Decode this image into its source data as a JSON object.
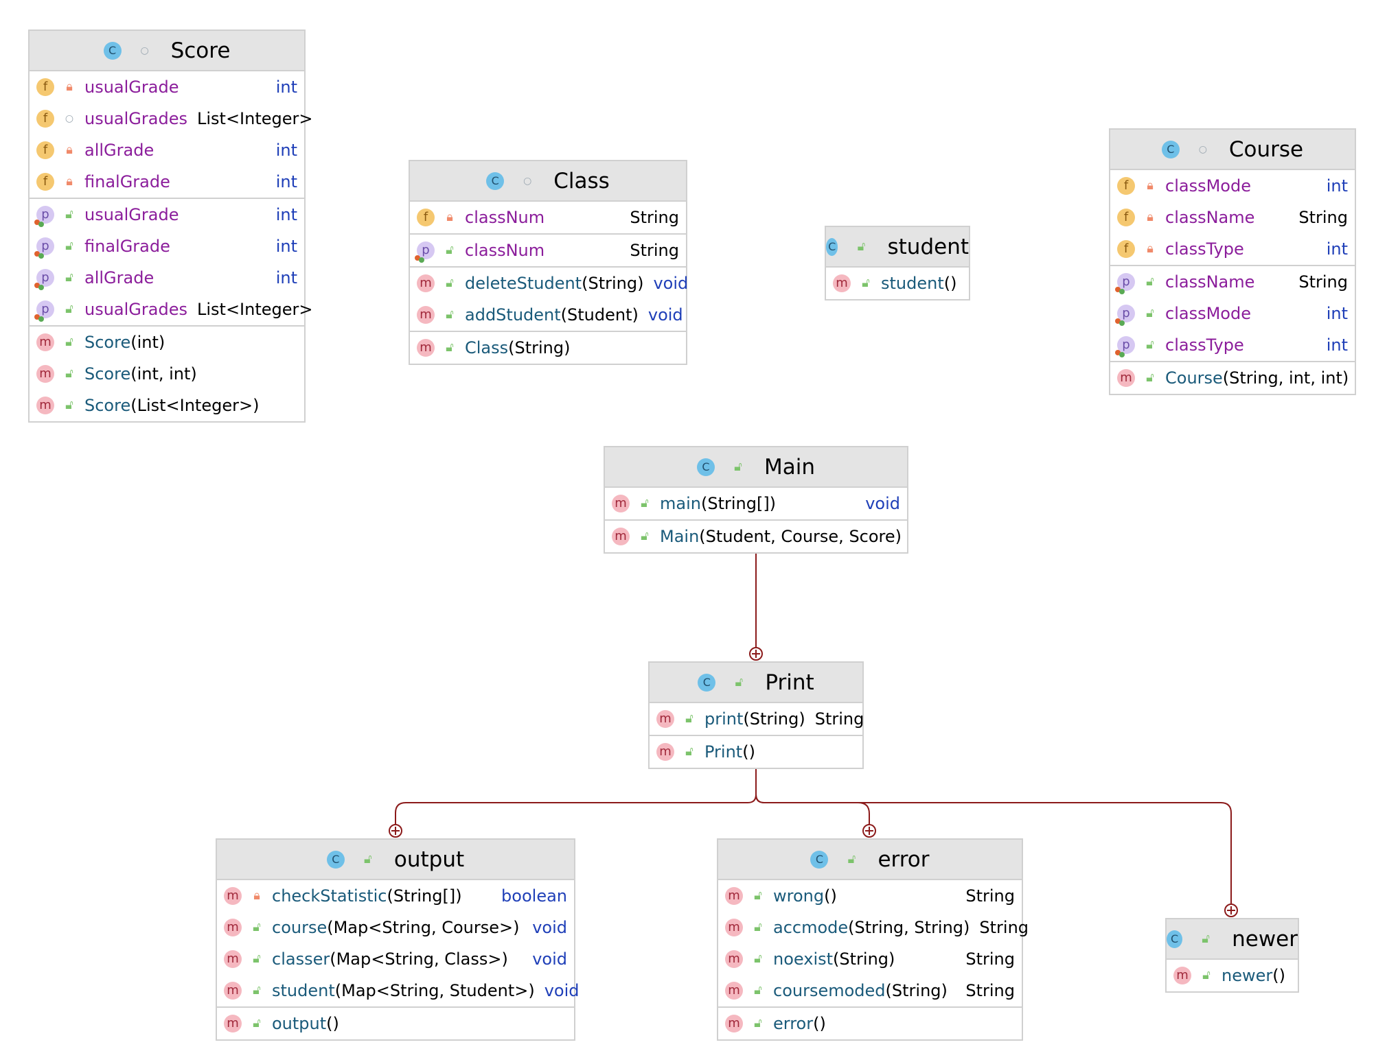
{
  "classes": {
    "score": {
      "name": "Score",
      "fields": [
        {
          "name": "usualGrade",
          "type": "int"
        },
        {
          "name": "usualGrades",
          "type": "List<Integer>"
        },
        {
          "name": "allGrade",
          "type": "int"
        },
        {
          "name": "finalGrade",
          "type": "int"
        }
      ],
      "properties": [
        {
          "name": "usualGrade",
          "type": "int"
        },
        {
          "name": "finalGrade",
          "type": "int"
        },
        {
          "name": "allGrade",
          "type": "int"
        },
        {
          "name": "usualGrades",
          "type": "List<Integer>"
        }
      ],
      "constructors": [
        {
          "name": "Score",
          "params": "(int)"
        },
        {
          "name": "Score",
          "params": "(int, int)"
        },
        {
          "name": "Score",
          "params": "(List<Integer>)"
        }
      ]
    },
    "class": {
      "name": "Class",
      "fields": [
        {
          "name": "classNum",
          "type": "String"
        }
      ],
      "properties": [
        {
          "name": "classNum",
          "type": "String"
        }
      ],
      "methods": [
        {
          "name": "deleteStudent",
          "params": "(String)",
          "type": "void"
        },
        {
          "name": "addStudent",
          "params": "(Student)",
          "type": "void"
        }
      ],
      "constructors": [
        {
          "name": "Class",
          "params": "(String)"
        }
      ]
    },
    "student": {
      "name": "student",
      "constructors": [
        {
          "name": "student",
          "params": "()"
        }
      ]
    },
    "course": {
      "name": "Course",
      "fields": [
        {
          "name": "classMode",
          "type": "int"
        },
        {
          "name": "className",
          "type": "String"
        },
        {
          "name": "classType",
          "type": "int"
        }
      ],
      "properties": [
        {
          "name": "className",
          "type": "String"
        },
        {
          "name": "classMode",
          "type": "int"
        },
        {
          "name": "classType",
          "type": "int"
        }
      ],
      "constructors": [
        {
          "name": "Course",
          "params": "(String, int, int)"
        }
      ]
    },
    "main": {
      "name": "Main",
      "methods": [
        {
          "name": "main",
          "params": "(String[])",
          "type": "void"
        }
      ],
      "constructors": [
        {
          "name": "Main",
          "params": "(Student, Course, Score)"
        }
      ]
    },
    "print": {
      "name": "Print",
      "methods": [
        {
          "name": "print",
          "params": "(String)",
          "type": "String"
        }
      ],
      "constructors": [
        {
          "name": "Print",
          "params": "()"
        }
      ]
    },
    "output": {
      "name": "output",
      "methods": [
        {
          "name": "checkStatistic",
          "params": "(String[])",
          "type": "boolean"
        },
        {
          "name": "course",
          "params": "(Map<String, Course>)",
          "type": "void"
        },
        {
          "name": "classer",
          "params": "(Map<String, Class>)",
          "type": "void"
        },
        {
          "name": "student",
          "params": "(Map<String, Student>)",
          "type": "void"
        }
      ],
      "constructors": [
        {
          "name": "output",
          "params": "()"
        }
      ]
    },
    "error": {
      "name": "error",
      "methods": [
        {
          "name": "wrong",
          "params": "()",
          "type": "String"
        },
        {
          "name": "accmode",
          "params": "(String, String)",
          "type": "String"
        },
        {
          "name": "noexist",
          "params": "(String)",
          "type": "String"
        },
        {
          "name": "coursemoded",
          "params": "(String)",
          "type": "String"
        }
      ],
      "constructors": [
        {
          "name": "error",
          "params": "()"
        }
      ]
    },
    "newer": {
      "name": "newer",
      "constructors": [
        {
          "name": "newer",
          "params": "()"
        }
      ]
    }
  },
  "icons": {
    "class": "C",
    "field": "f",
    "property": "p",
    "method": "m",
    "private": "lock-icon",
    "public": "unlock-icon",
    "package": "dot-icon"
  },
  "colors": {
    "header_bg": "#e4e4e4",
    "border": "#d0d0d0",
    "field_name": "#8b1d9b",
    "method_name": "#1a5a7a",
    "keyword_type": "#1f3fb8",
    "edge": "#8b1a1a"
  }
}
